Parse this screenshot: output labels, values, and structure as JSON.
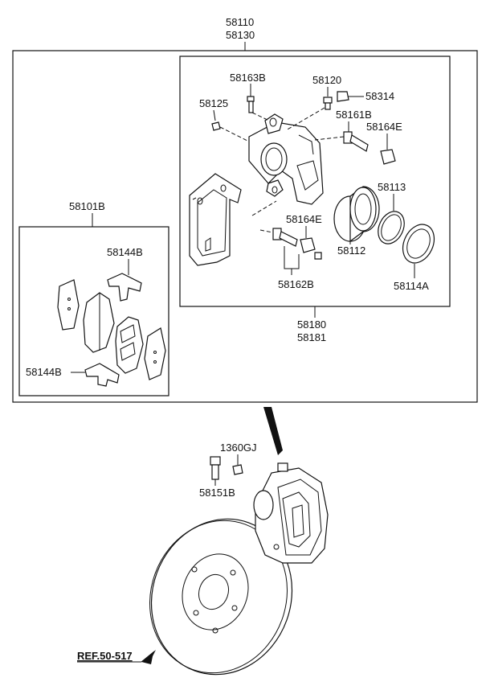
{
  "labels": {
    "top_assembly_a": "58110",
    "top_assembly_b": "58130",
    "caliper_bolt": "58163B",
    "bleeder": "58120",
    "bleeder_cap": "58314",
    "caliper_body_a": "58180",
    "caliper_body_b": "58181",
    "dust_cap_small": "58125",
    "guide_pin": "58161B",
    "guide_boot": "58164E",
    "piston_seal": "58113",
    "piston": "58112",
    "piston_boot": "58114A",
    "lower_boot": "58164E",
    "pin_kit": "58162B",
    "pad_kit": "58101B",
    "shim_upper": "58144B",
    "shim_lower": "58144B",
    "washer": "1360GJ",
    "mount_bolt": "58151B",
    "reference": "REF.50-517"
  }
}
